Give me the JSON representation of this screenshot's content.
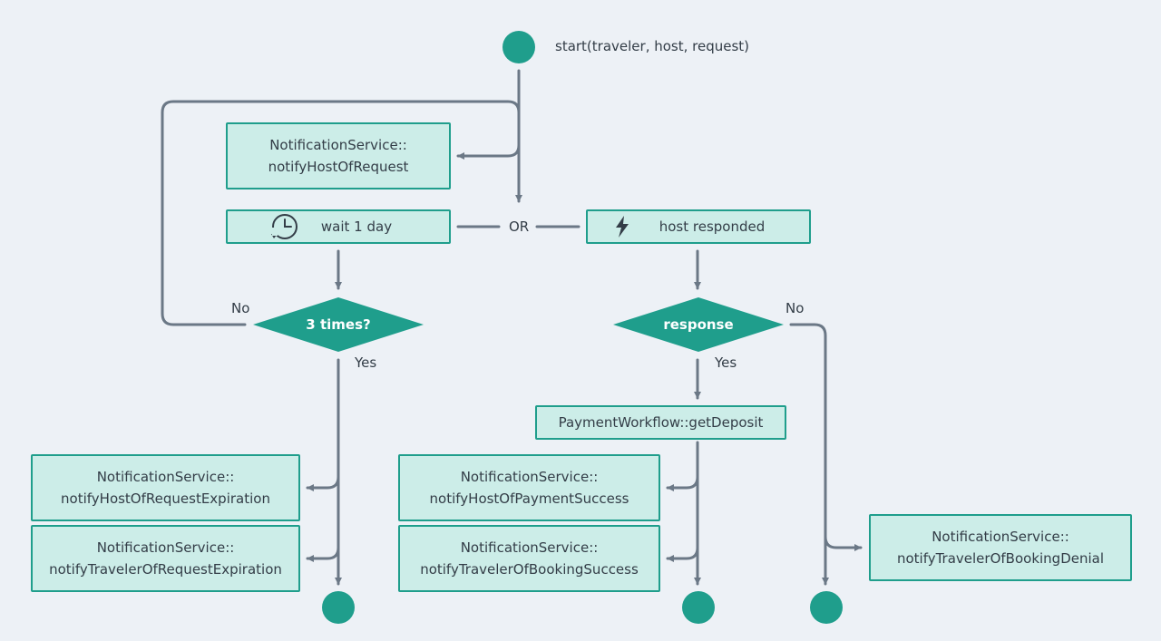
{
  "start": {
    "label": "start(traveler, host, request)"
  },
  "nodes": {
    "notify_host_of_request": {
      "line1": "NotificationService::",
      "line2": "notifyHostOfRequest"
    },
    "wait": {
      "label": "wait 1 day",
      "icon": "clock-refresh-icon"
    },
    "or_label": "OR",
    "host_responded": {
      "label": "host responded",
      "icon": "lightning-icon"
    },
    "decision_times": {
      "label": "3 times?",
      "no": "No",
      "yes": "Yes"
    },
    "decision_response": {
      "label": "response",
      "no": "No",
      "yes": "Yes"
    },
    "payment": {
      "label": "PaymentWorkflow::getDeposit"
    },
    "host_expiration": {
      "line1": "NotificationService::",
      "line2": "notifyHostOfRequestExpiration"
    },
    "traveler_expiration": {
      "line1": "NotificationService::",
      "line2": "notifyTravelerOfRequestExpiration"
    },
    "host_payment_success": {
      "line1": "NotificationService::",
      "line2": "notifyHostOfPaymentSuccess"
    },
    "traveler_booking_success": {
      "line1": "NotificationService::",
      "line2": "notifyTravelerOfBookingSuccess"
    },
    "traveler_booking_denial": {
      "line1": "NotificationService::",
      "line2": "notifyTravelerOfBookingDenial"
    }
  },
  "colors": {
    "accent": "#1f9e8c",
    "box_fill": "#ccede8",
    "line": "#6b7886",
    "text": "#333d47",
    "background": "#edf1f6"
  }
}
